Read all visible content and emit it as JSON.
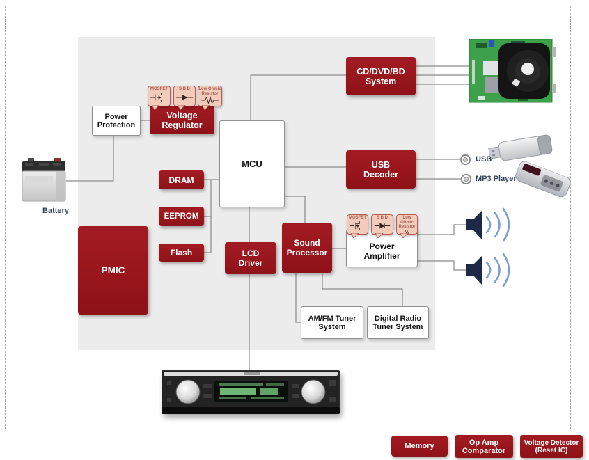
{
  "colors": {
    "accent_red": "#96151c",
    "chip_fill": "#f2cbbb",
    "chip_border": "#b65c4f",
    "panel_gray": "#ececec",
    "line_gray": "#8a8a8a",
    "label_navy": "#33425e",
    "wave_blue": "#7fa0cc"
  },
  "blocks": {
    "power_protection": "Power\nProtection",
    "voltage_regulator": "Voltage\nRegulator",
    "mcu": "MCU",
    "dram": "DRAM",
    "eeprom": "EEPROM",
    "flash": "Flash",
    "pmic": "PMIC",
    "lcd_driver": "LCD\nDriver",
    "sound_processor": "Sound\nProcessor",
    "cd_dvd_bd_system": "CD/DVD/BD\nSystem",
    "usb_decoder": "USB\nDecoder",
    "power_amplifier": "Power\nAmplifier",
    "amfm_tuner_system": "AM/FM Tuner\nSystem",
    "digital_radio_tuner_system": "Digital Radio\nTuner System"
  },
  "chips": {
    "mosfet": "MOSFET",
    "sbd": "S B D",
    "low_ohmic_resistor": "Low Ohmic\nResistor"
  },
  "peripherals": {
    "battery": "Battery",
    "usb": "USB",
    "mp3_player": "MP3 Player"
  },
  "legend": {
    "memory": "Memory",
    "op_amp_comparator": "Op Amp\nComparator",
    "voltage_detector": "Voltage Detector\n(Reset IC)"
  }
}
